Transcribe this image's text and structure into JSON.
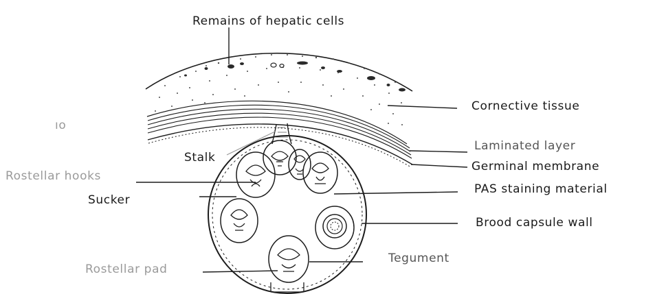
{
  "labels": {
    "hepatic_cells": "Remains of hepatic cells",
    "connective_tissue": "Cornective tissue",
    "laminated_layer": "Laminated layer",
    "germinal_membrane": "Germinal membrane",
    "stalk": "Stalk",
    "rostellar_hooks": "Rostellar hooks",
    "sucker": "Sucker",
    "pas_material": "PAS staining material",
    "brood_capsule_wall": "Brood capsule wall",
    "tegument": "Tegument",
    "rostellar_pad": "Rostellar pad",
    "stray_mark": "ıo"
  }
}
